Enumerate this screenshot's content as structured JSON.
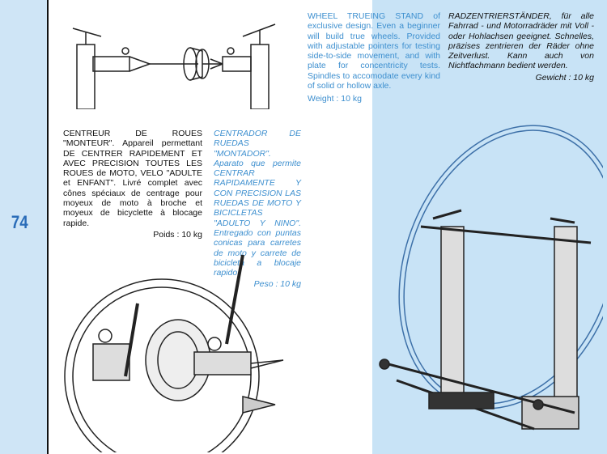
{
  "page_number": "74",
  "english": {
    "text": "WHEEL TRUEING STAND of exclusive design. Even a beginner will build true wheels. Provided with adjustable pointers for testing side-to-side movement, and with plate for concentricity tests. Spindles to accomodate every kind of solid or hollow axle.",
    "weight": "Weight : 10 kg"
  },
  "german": {
    "text": "RADZENTRIERSTÄNDER, für alle Fahrrad - und Motorradräder mit Voll - oder Hohlachsen geeignet. Schnelles, präzises zentrieren der Räder ohne Zeitverlust. Kann auch von Nichtfachmann bedient werden.",
    "weight": "Gewicht : 10 kg"
  },
  "french": {
    "text": "CENTREUR DE ROUES \"MONTEUR\". Appareil permettant DE CENTRER RAPIDEMENT ET AVEC PRECISION TOUTES LES ROUES de MOTO, VELO \"ADULTE et ENFANT\". Livré complet avec cônes spéciaux de centrage pour moyeux de moto à broche et moyeux de bicyclette à blocage rapide.",
    "weight": "Poids : 10 kg"
  },
  "spanish": {
    "text": "CENTRADOR DE RUEDAS \"MONTADOR\". Aparato que permite CENTRAR RAPIDAMENTE Y CON PRECISION LAS RUEDAS DE MOTO Y BICICLETAS \"ADULTO Y NINO\". Entregado con puntas conicas para carretes de moto y carrete de bicicleta a blocaje rapido.",
    "weight": "Peso : 10 kg"
  }
}
